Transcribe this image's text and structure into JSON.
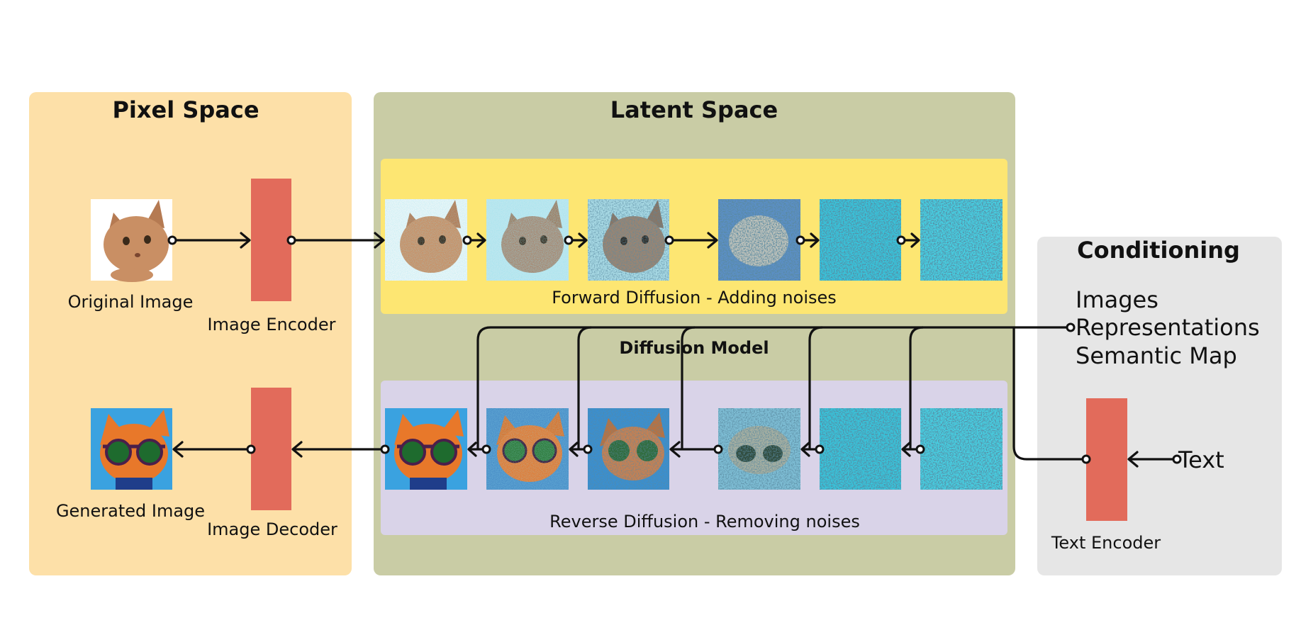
{
  "panels": {
    "pixel_space": {
      "title": "Pixel Space"
    },
    "latent_space": {
      "title": "Latent Space"
    },
    "conditioning": {
      "title": "Conditioning"
    }
  },
  "labels": {
    "original_image": "Original Image",
    "image_encoder": "Image Encoder",
    "generated_image": "Generated Image",
    "image_decoder": "Image Decoder",
    "forward_diffusion": "Forward Diffusion - Adding noises",
    "reverse_diffusion": "Reverse Diffusion - Removing noises",
    "diffusion_model": "Diffusion Model",
    "text_encoder": "Text Encoder",
    "text": "Text"
  },
  "conditioning_items": [
    "Images",
    "Representations",
    "Semantic Map"
  ],
  "colors": {
    "pixel_panel": "#fde0a8",
    "latent_panel": "#c9cca5",
    "conditioning_panel": "#e6e6e6",
    "forward_band": "#fde672",
    "reverse_band": "#d9d3e8",
    "encoder_block": "#e26b5b",
    "cat_fur": "#c98f64",
    "noise_cyan": "#37c5dc",
    "cartoon_cat": "#e8782a",
    "cartoon_bg": "#3aa2e0"
  },
  "icons": [
    "cat-photo-icon",
    "noisy-latent-icon",
    "cartoon-cat-icon"
  ]
}
